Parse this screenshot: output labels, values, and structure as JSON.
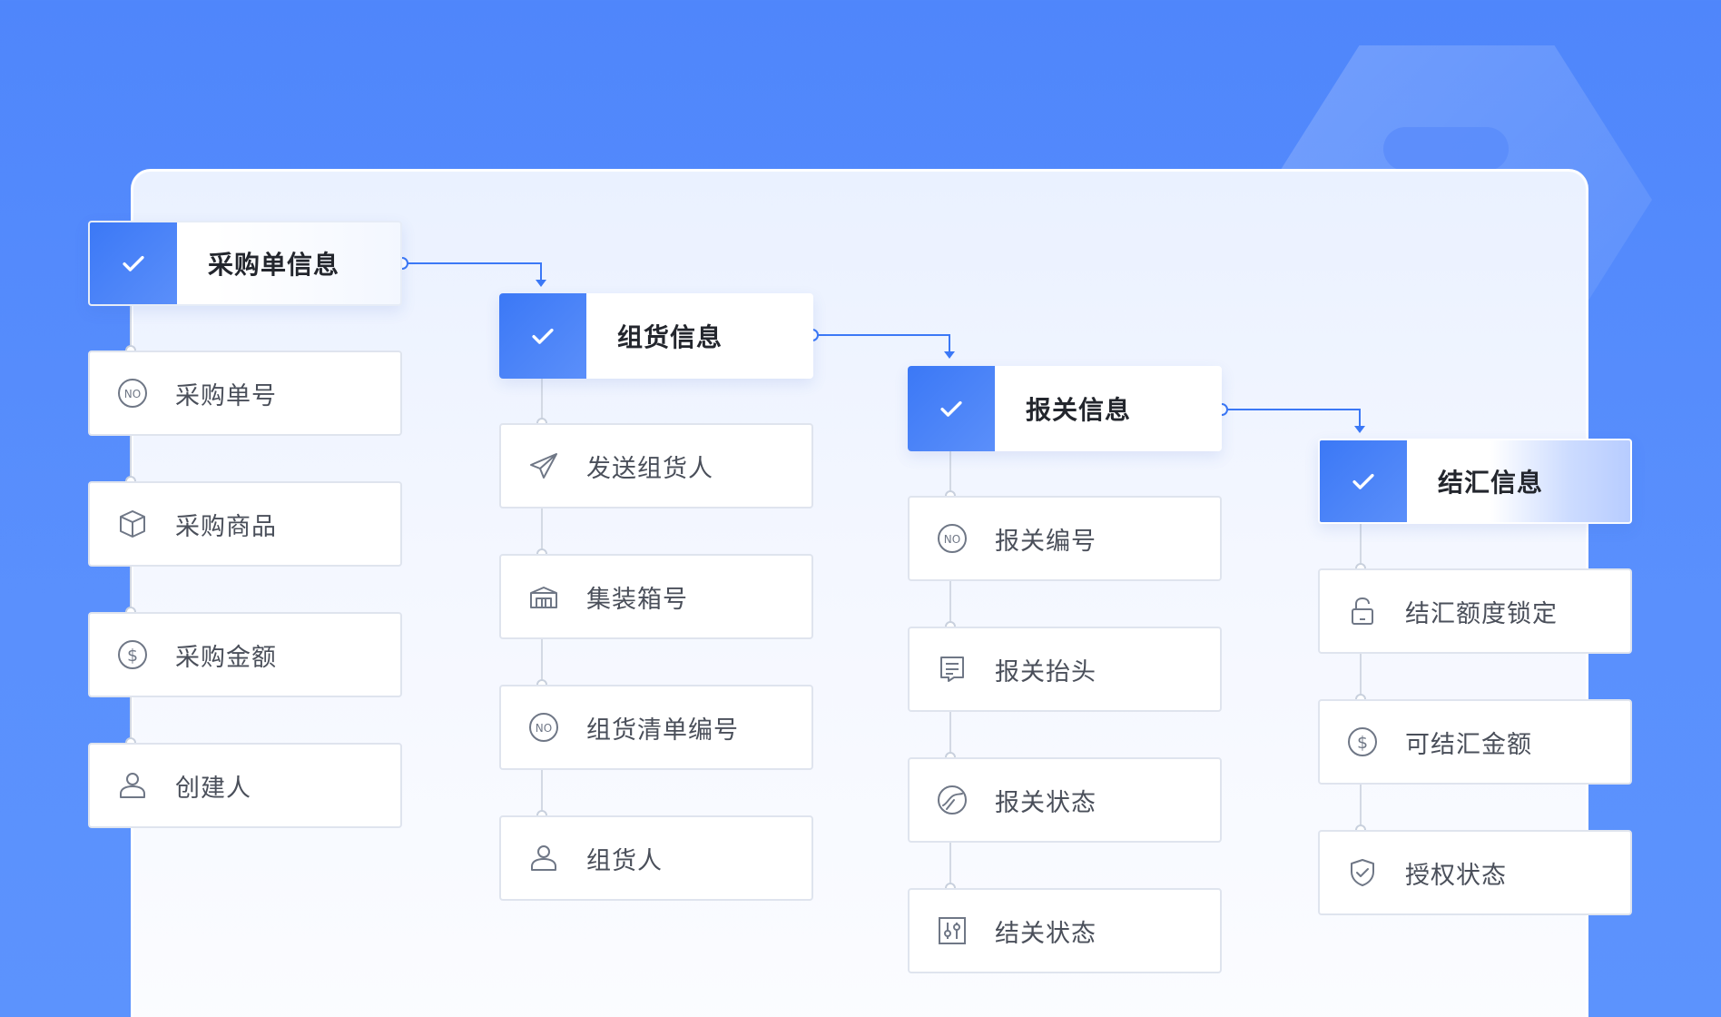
{
  "columns": [
    {
      "header": "采购单信息",
      "items": [
        {
          "label": "采购单号",
          "icon": "number-badge-icon"
        },
        {
          "label": "采购商品",
          "icon": "box-icon"
        },
        {
          "label": "采购金额",
          "icon": "dollar-icon"
        },
        {
          "label": "创建人",
          "icon": "user-icon"
        }
      ]
    },
    {
      "header": "组货信息",
      "items": [
        {
          "label": "发送组货人",
          "icon": "send-icon"
        },
        {
          "label": "集装箱号",
          "icon": "container-icon"
        },
        {
          "label": "组货清单编号",
          "icon": "number-badge-icon"
        },
        {
          "label": "组货人",
          "icon": "user-icon"
        }
      ]
    },
    {
      "header": "报关信息",
      "items": [
        {
          "label": "报关编号",
          "icon": "number-badge-icon"
        },
        {
          "label": "报关抬头",
          "icon": "document-icon"
        },
        {
          "label": "报关状态",
          "icon": "status-circle-icon"
        },
        {
          "label": "结关状态",
          "icon": "sliders-icon"
        }
      ]
    },
    {
      "header": "结汇信息",
      "items": [
        {
          "label": "结汇额度锁定",
          "icon": "lock-icon"
        },
        {
          "label": "可结汇金额",
          "icon": "dollar-icon"
        },
        {
          "label": "授权状态",
          "icon": "shield-icon"
        }
      ]
    }
  ],
  "colors": {
    "accent": "#3b78f6",
    "background": "#5a8ffc",
    "connector": "#3b78f6",
    "card_border": "#dfe4ee"
  }
}
